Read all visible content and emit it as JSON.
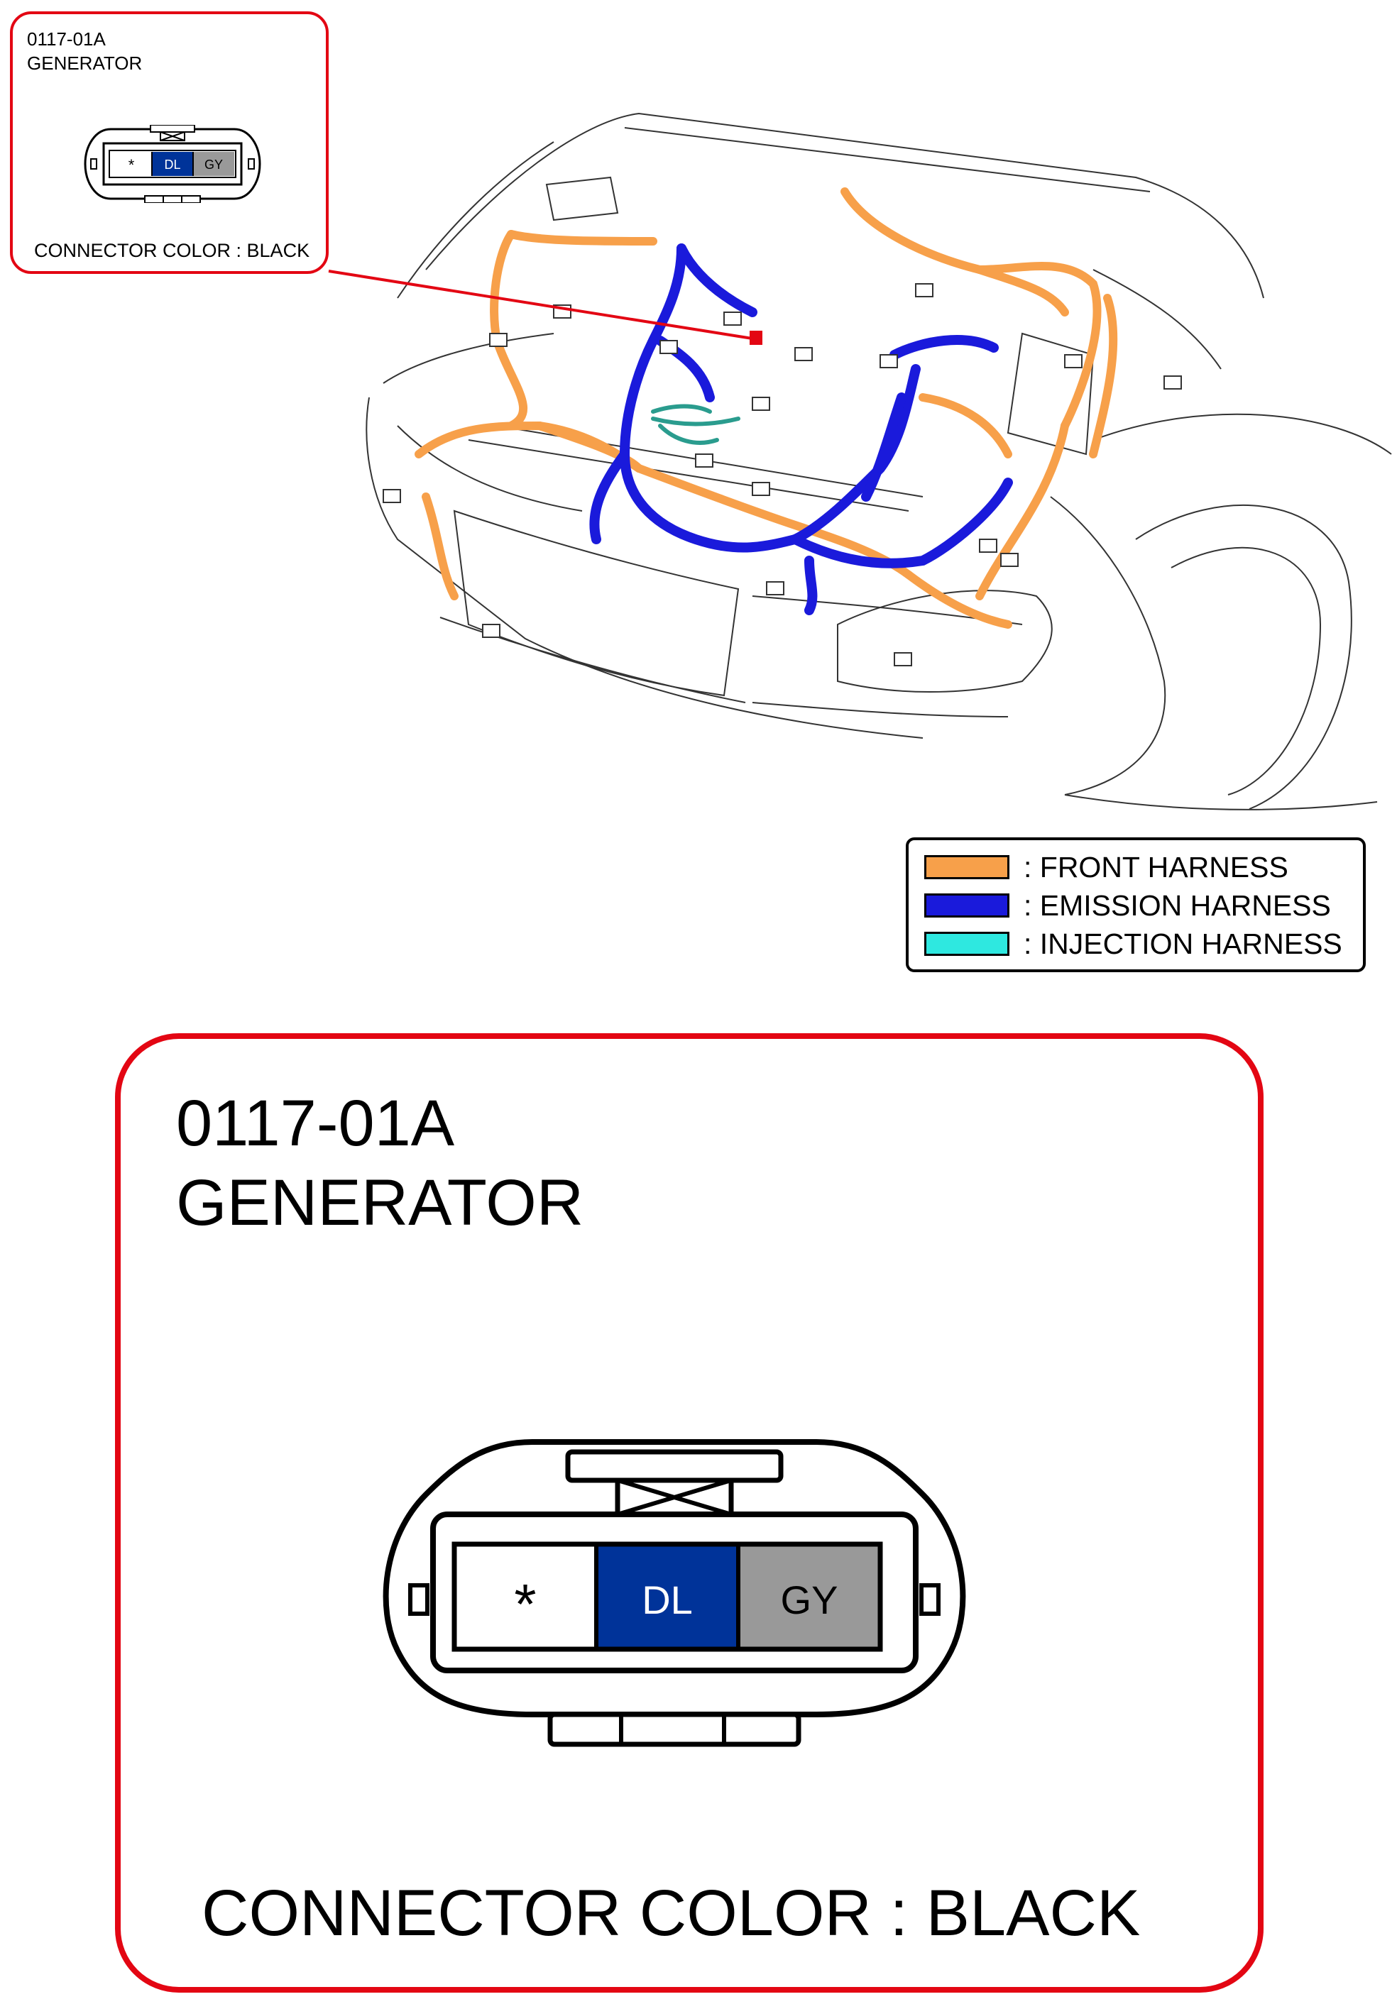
{
  "connector": {
    "code": "0117-01A",
    "name": "GENERATOR",
    "color_label": "CONNECTOR COLOR : BLACK",
    "pins": [
      {
        "label": "*",
        "fill": "#ffffff",
        "text_color": "#000000"
      },
      {
        "label": "DL",
        "fill": "#003399",
        "text_color": "#ffffff"
      },
      {
        "label": "GY",
        "fill": "#999999",
        "text_color": "#000000"
      }
    ]
  },
  "legend": {
    "items": [
      {
        "label": ": FRONT HARNESS",
        "color": "#f7a04a"
      },
      {
        "label": ": EMISSION HARNESS",
        "color": "#1a1adb"
      },
      {
        "label": ": INJECTION HARNESS",
        "color": "#2ee8e0"
      }
    ]
  },
  "colors": {
    "callout_border": "#e30613",
    "front_harness": "#f7a04a",
    "emission_harness": "#1a1adb",
    "injection_harness": "#2a9c8e"
  }
}
